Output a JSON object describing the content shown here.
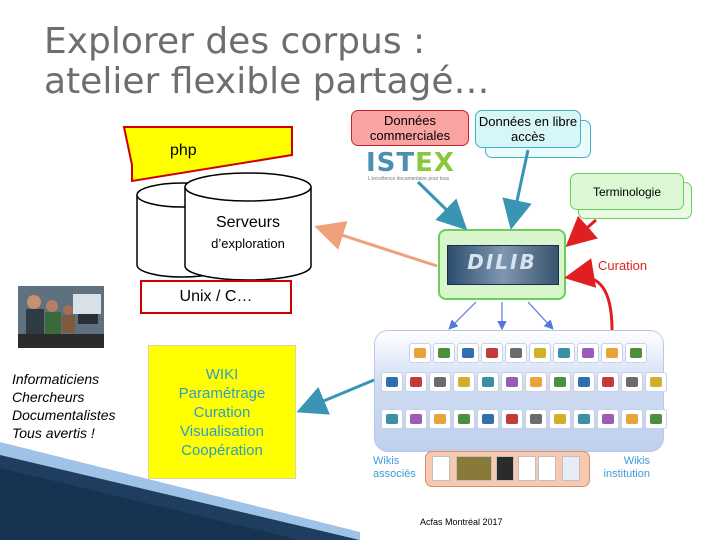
{
  "slide": {
    "title_line1": "Explorer des corpus :",
    "title_line2": "atelier flexible partagé…",
    "footer": "Acfas Montréal 2017"
  },
  "left": {
    "php_label": "php",
    "server_line1": "Serveurs",
    "server_line2": "d’exploration",
    "unix_label": "Unix / C…",
    "roles": [
      "Informaticiens",
      "Chercheurs",
      "Documentalistes",
      "Tous avertis !"
    ],
    "wiki_lines": [
      "WIKI",
      "Paramétrage",
      "Curation",
      "Visualisation",
      "Coopération"
    ]
  },
  "sources": {
    "commercial": "Données commerciales",
    "open_data": "Données en libre accès",
    "terminology": "Terminologie",
    "istex_logo": "ISTEX",
    "istex_tagline": "L’excellence documentaire pour tous"
  },
  "center": {
    "dilib_logo": "DILIB",
    "curation_label": "Curation"
  },
  "bottom_right": {
    "wikis_associated": "Wikis associés",
    "wikis_institution": "Wikis institution"
  },
  "colors": {
    "php_fill": "#ffff00",
    "red_border": "#cc0000",
    "commercial_fill": "#f9a3a3",
    "teal_border": "#3fb4c4",
    "green_border": "#6ccf5c",
    "arrow_teal": "#3a95b5",
    "arrow_orange": "#f0a07a",
    "arrow_red": "#e02020",
    "arrow_blue": "#5577dd",
    "wiki_text": "#2f9dc7",
    "title_gray": "#6e6e6e"
  }
}
